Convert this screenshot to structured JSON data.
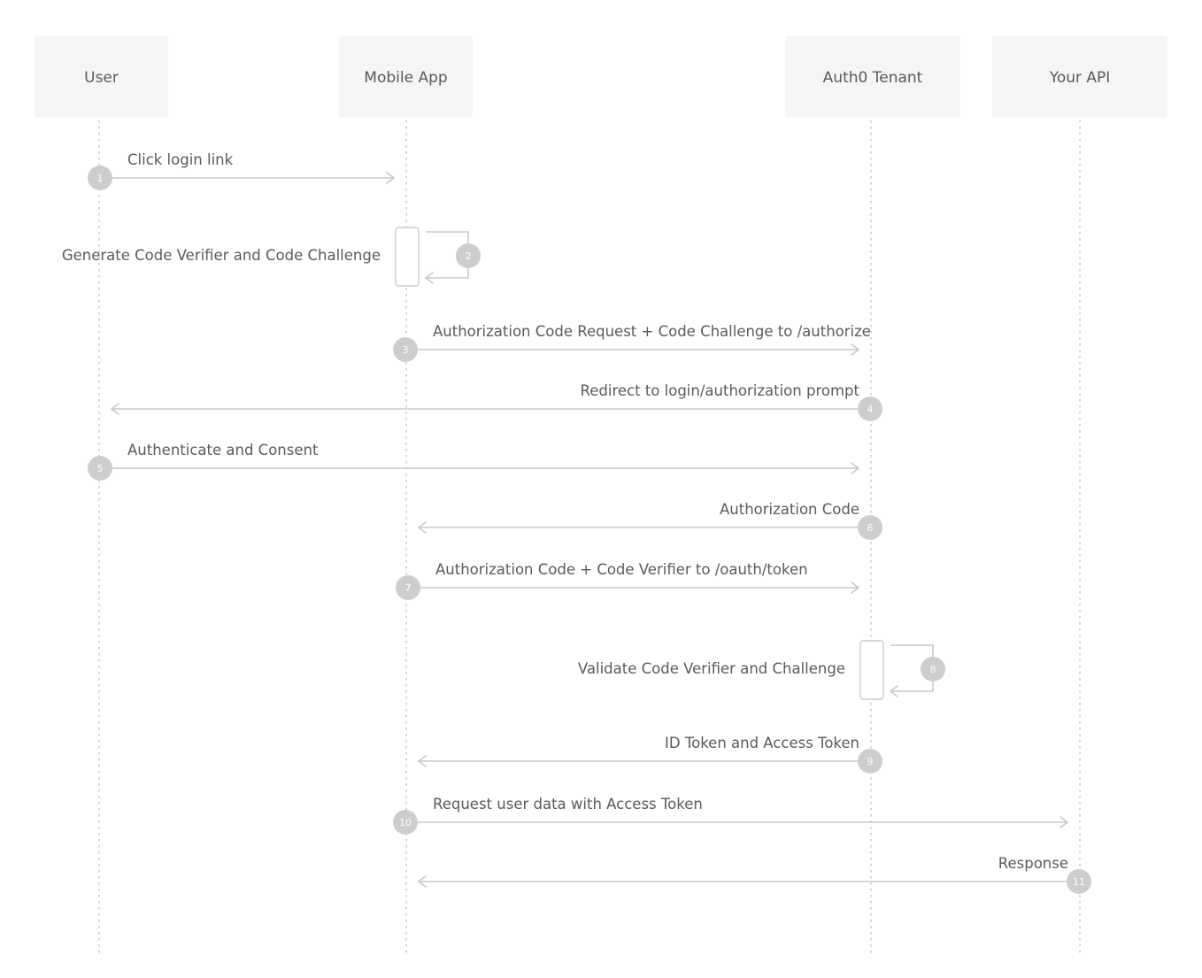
{
  "participants": [
    {
      "id": "user",
      "label": "User"
    },
    {
      "id": "app",
      "label": "Mobile App"
    },
    {
      "id": "tenant",
      "label": "Auth0 Tenant"
    },
    {
      "id": "api",
      "label": "Your API"
    }
  ],
  "messages": [
    {
      "step": "1",
      "from": "user",
      "to": "app",
      "label": "Click login link"
    },
    {
      "step": "2",
      "from": "app",
      "to": "app",
      "label": "Generate Code Verifier and Code Challenge"
    },
    {
      "step": "3",
      "from": "app",
      "to": "tenant",
      "label": "Authorization Code Request + Code Challenge to /authorize"
    },
    {
      "step": "4",
      "from": "tenant",
      "to": "user",
      "label": "Redirect to login/authorization prompt"
    },
    {
      "step": "5",
      "from": "user",
      "to": "tenant",
      "label": "Authenticate and Consent"
    },
    {
      "step": "6",
      "from": "tenant",
      "to": "app",
      "label": "Authorization Code"
    },
    {
      "step": "7",
      "from": "app",
      "to": "tenant",
      "label": "Authorization Code + Code Verifier to /oauth/token"
    },
    {
      "step": "8",
      "from": "tenant",
      "to": "tenant",
      "label": "Validate Code Verifier and Challenge"
    },
    {
      "step": "9",
      "from": "tenant",
      "to": "app",
      "label": "ID Token and Access Token"
    },
    {
      "step": "10",
      "from": "app",
      "to": "api",
      "label": "Request user data with Access Token"
    },
    {
      "step": "11",
      "from": "api",
      "to": "app",
      "label": "Response"
    }
  ],
  "colors": {
    "actor_box": "#f4f5f6",
    "text": "#5a5a5a",
    "line": "#c8c8c8",
    "badge": "#cdcdcd"
  }
}
